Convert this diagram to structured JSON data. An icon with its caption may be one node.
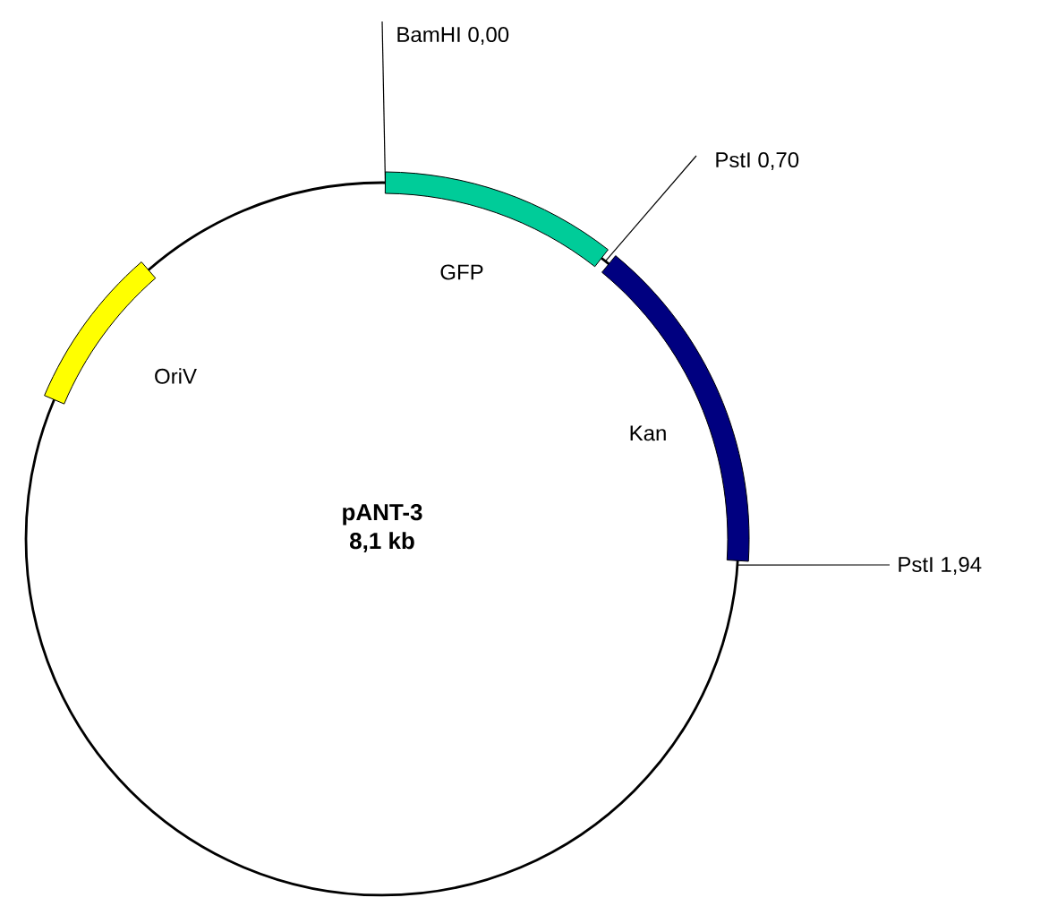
{
  "diagram": {
    "nodes": [
      {
        "text": [
          "pANT-3",
          "8,1 kb"
        ]
      },
      {
        "text": [
          "GFP"
        ],
        "in": 0
      },
      {
        "text": [
          "Kan"
        ],
        "in": 0
      },
      {
        "text": [
          "OriV"
        ],
        "in": 0
      },
      {
        "text": [
          "BamHI 0,00"
        ]
      },
      {
        "text": [
          "PstI 0,70"
        ]
      },
      {
        "text": [
          "PstI 1,94"
        ]
      }
    ],
    "edges": [
      {
        "from": 4,
        "to": 1,
        "arrow": "none"
      },
      {
        "from": 5,
        "to": 0,
        "arrow": "none"
      },
      {
        "from": 6,
        "to": 0,
        "arrow": "none"
      }
    ]
  }
}
